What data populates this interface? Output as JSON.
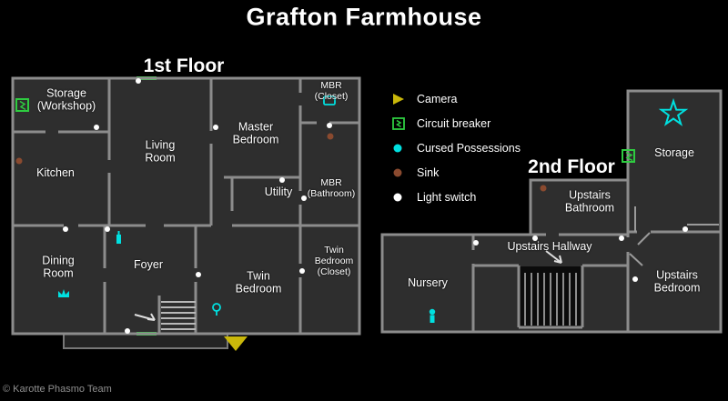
{
  "title": "Grafton Farmhouse",
  "credit": "© Karotte Phasmo Team",
  "colors": {
    "camera": "#c9b70a",
    "breaker": "#2ecc40",
    "cursed": "#00e0e0",
    "sink": "#8a4a2f",
    "switch": "#ffffff",
    "window": "#cc1a1a",
    "door": "#2ecc40",
    "wall": "#8c8c8c",
    "room_fill": "#2e2e2e",
    "background": "#000000"
  },
  "legend": {
    "items": [
      {
        "icon": "camera-icon",
        "label": "Camera"
      },
      {
        "icon": "circuit-breaker-icon",
        "label": "Circuit breaker"
      },
      {
        "icon": "cursed-possessions-icon",
        "label": "Cursed Possessions"
      },
      {
        "icon": "sink-icon",
        "label": "Sink"
      },
      {
        "icon": "light-switch-icon",
        "label": "Light switch"
      }
    ]
  },
  "floor1": {
    "label": "1st Floor",
    "rooms": [
      {
        "name": "storage-workshop",
        "label": "Storage\n(Workshop)"
      },
      {
        "name": "kitchen",
        "label": "Kitchen"
      },
      {
        "name": "living-room",
        "label": "Living\nRoom"
      },
      {
        "name": "master-bedroom",
        "label": "Master\nBedroom"
      },
      {
        "name": "mbr-closet",
        "label": "MBR\n(Closet)"
      },
      {
        "name": "utility",
        "label": "Utility"
      },
      {
        "name": "mbr-bathroom",
        "label": "MBR\n(Bathroom)"
      },
      {
        "name": "dining-room",
        "label": "Dining\nRoom"
      },
      {
        "name": "foyer",
        "label": "Foyer"
      },
      {
        "name": "twin-bedroom",
        "label": "Twin\nBedroom"
      },
      {
        "name": "twin-bedroom-closet",
        "label": "Twin\nBedroom\n(Closet)"
      }
    ]
  },
  "floor2": {
    "label": "2nd Floor",
    "rooms": [
      {
        "name": "storage",
        "label": "Storage"
      },
      {
        "name": "upstairs-bathroom",
        "label": "Upstairs\nBathroom"
      },
      {
        "name": "upstairs-hallway",
        "label": "Upstairs Hallway"
      },
      {
        "name": "nursery",
        "label": "Nursery"
      },
      {
        "name": "upstairs-bedroom",
        "label": "Upstairs\nBedroom"
      }
    ]
  }
}
